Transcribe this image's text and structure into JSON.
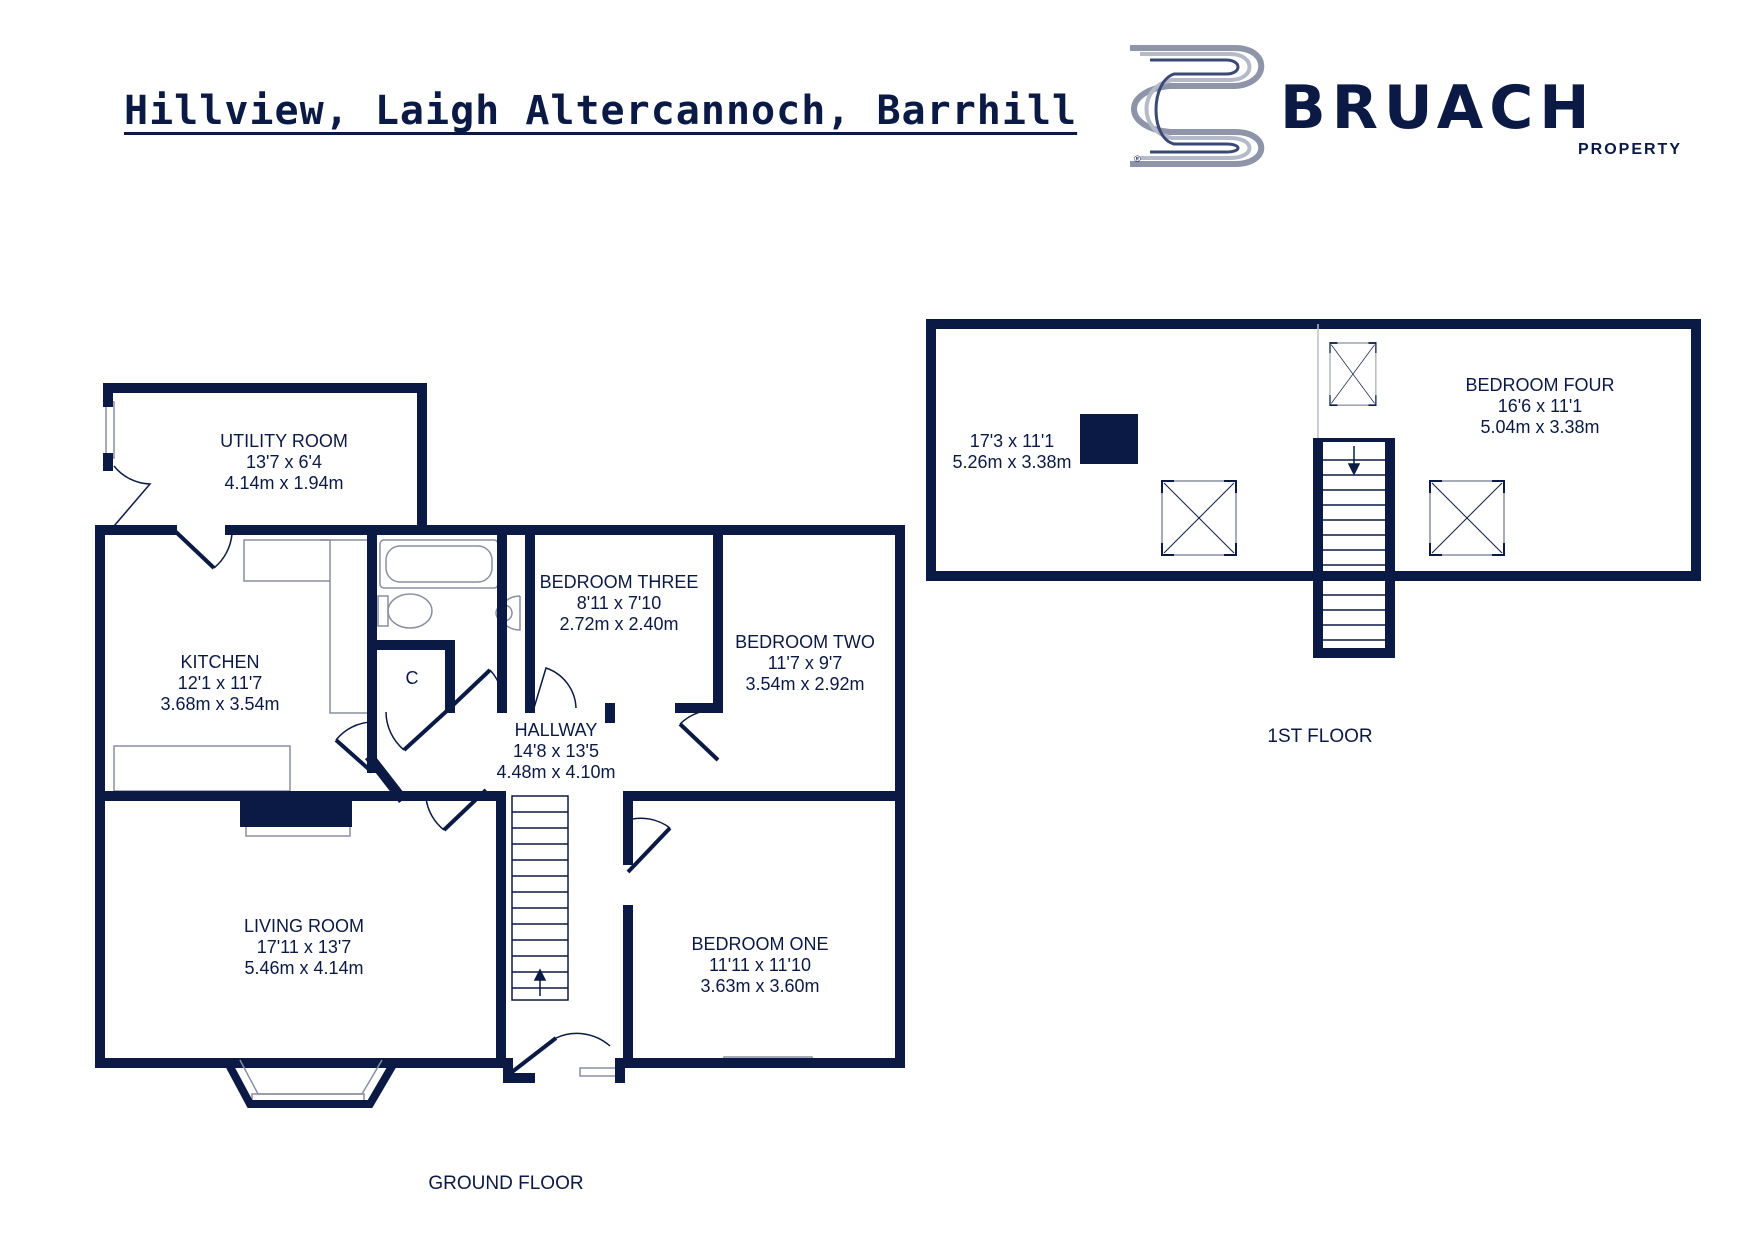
{
  "title": "Hillview, Laigh Altercannoch, Barrhill",
  "brand": {
    "name": "BRUACH",
    "tagline": "PROPERTY",
    "mark": "®"
  },
  "colors": {
    "wall": "#0b1a45",
    "fixture": "#8a8fa0",
    "window": "#b9bfce",
    "logo_grey": "#8e95a8"
  },
  "floors": {
    "ground": "GROUND FLOOR",
    "first": "1ST FLOOR"
  },
  "rooms": {
    "utility": {
      "name": "UTILITY ROOM",
      "imperial": "13'7 x 6'4",
      "metric": "4.14m x 1.94m"
    },
    "kitchen": {
      "name": "KITCHEN",
      "imperial": "12'1 x 11'7",
      "metric": "3.68m x 3.54m"
    },
    "bedroom_three": {
      "name": "BEDROOM THREE",
      "imperial": "8'11 x 7'10",
      "metric": "2.72m x 2.40m"
    },
    "bedroom_two": {
      "name": "BEDROOM TWO",
      "imperial": "11'7 x 9'7",
      "metric": "3.54m x 2.92m"
    },
    "hallway": {
      "name": "HALLWAY",
      "imperial": "14'8 x 13'5",
      "metric": "4.48m x 4.10m"
    },
    "living": {
      "name": "LIVING ROOM",
      "imperial": "17'11 x 13'7",
      "metric": "5.46m x 4.14m"
    },
    "bedroom_one": {
      "name": "BEDROOM ONE",
      "imperial": "11'11 x 11'10",
      "metric": "3.63m x 3.60m"
    },
    "cupboard": {
      "name": "C"
    },
    "attic": {
      "imperial": "17'3 x 11'1",
      "metric": "5.26m x 3.38m"
    },
    "bedroom_four": {
      "name": "BEDROOM FOUR",
      "imperial": "16'6 x 11'1",
      "metric": "5.04m x 3.38m"
    }
  }
}
